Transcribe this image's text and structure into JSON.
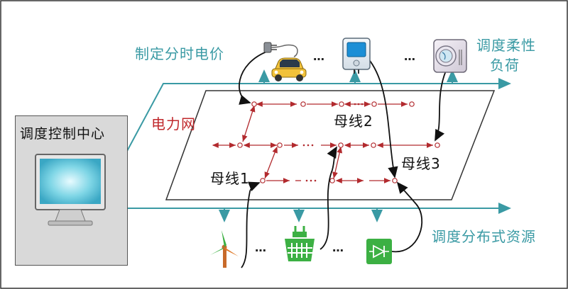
{
  "labels": {
    "dispatch_center": "调度控制中心",
    "tou_price": "制定分时电价",
    "flexible_load_l1": "调度柔性",
    "flexible_load_l2": "负荷",
    "grid": "电力网",
    "bus1": "母线1",
    "bus2": "母线2",
    "bus3": "母线3",
    "distributed_resources": "调度分布式资源",
    "ellipsis": "…"
  },
  "colors": {
    "teal": "#3a9aa4",
    "grid_red": "#b22a2e",
    "green": "#3cb043",
    "frame": "#333333"
  },
  "icons": [
    "ev-charger-icon",
    "electric-car-icon",
    "smart-meter-icon",
    "air-conditioner-icon",
    "wind-turbine-icon",
    "energy-storage-icon",
    "solar-inverter-icon",
    "monitor-icon"
  ]
}
